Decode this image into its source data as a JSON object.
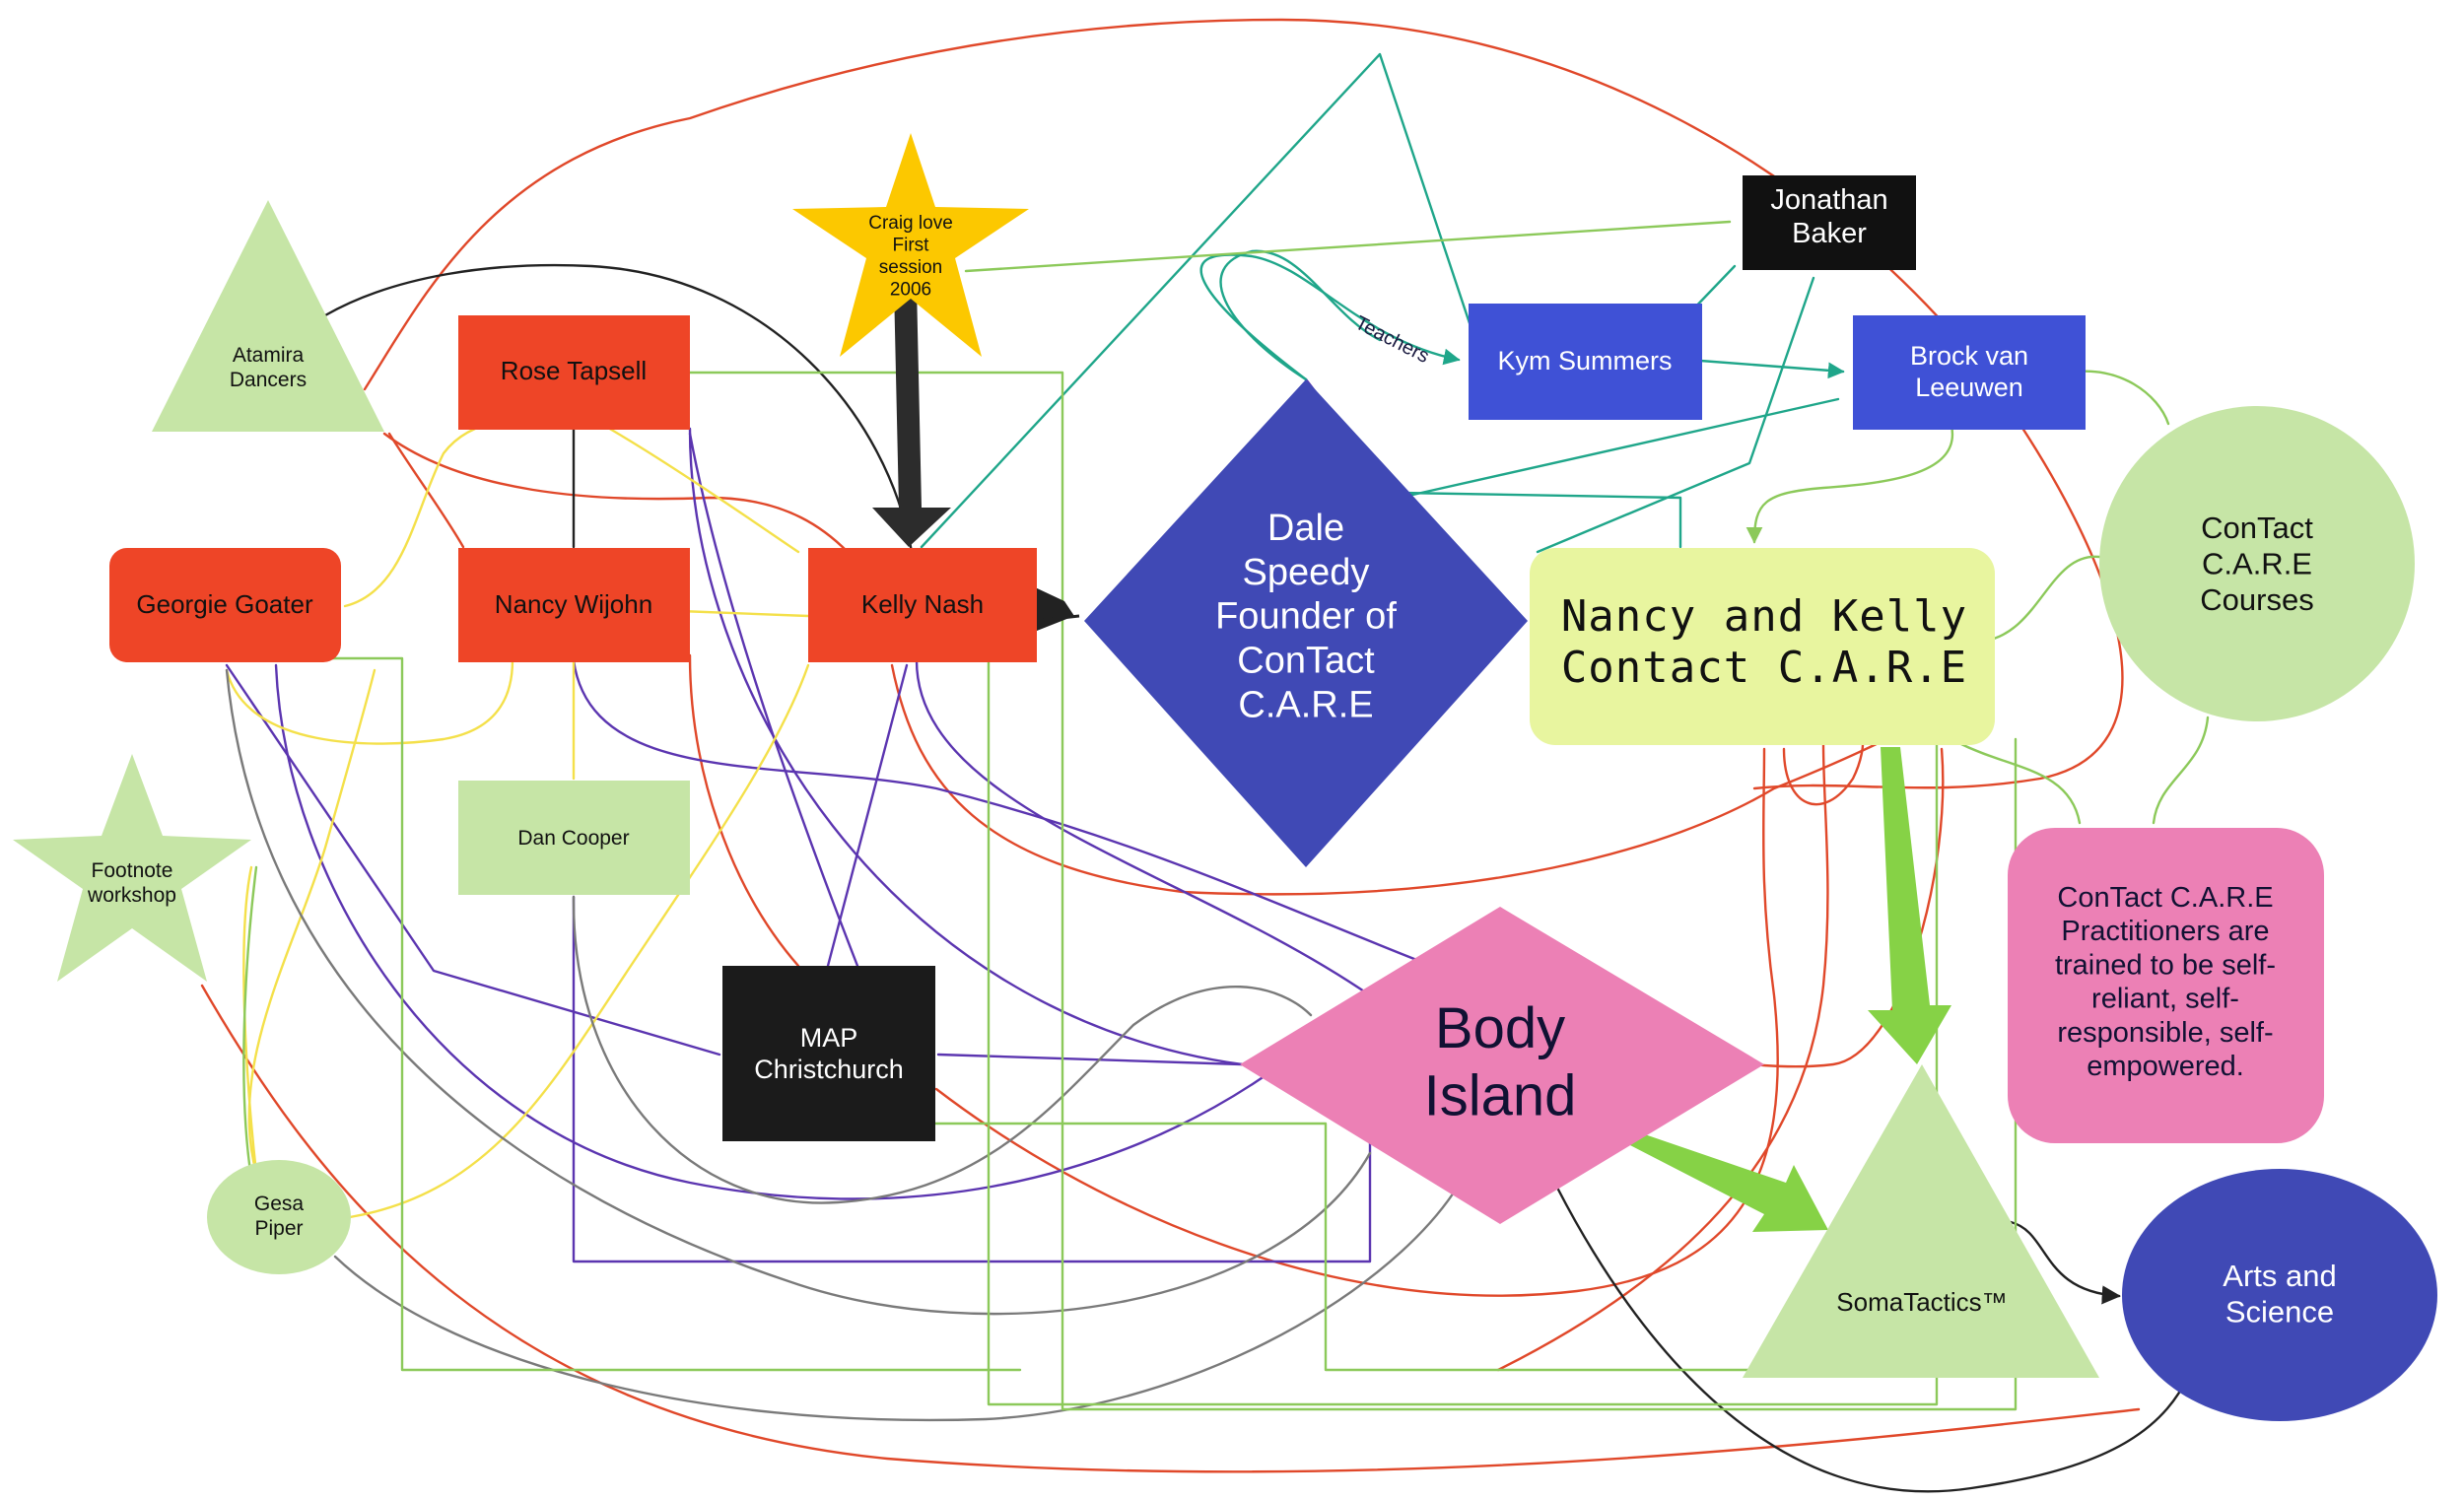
{
  "nodes": {
    "atamira": {
      "lines": [
        "Atamira",
        "Dancers"
      ],
      "fill": "#c6e5a6",
      "text": "#111111"
    },
    "craig": {
      "lines": [
        "Craig love",
        "First",
        "session",
        "2006"
      ],
      "fill": "#fcc800",
      "text": "#111111"
    },
    "rose": {
      "lines": [
        "Rose Tapsell"
      ],
      "fill": "#ee4527",
      "text": "#111111"
    },
    "georgie": {
      "lines": [
        "Georgie Goater"
      ],
      "fill": "#ee4527",
      "text": "#111111"
    },
    "nancy_w": {
      "lines": [
        "Nancy Wijohn"
      ],
      "fill": "#ee4527",
      "text": "#111111"
    },
    "kelly": {
      "lines": [
        "Kelly Nash"
      ],
      "fill": "#ee4527",
      "text": "#111111"
    },
    "dale": {
      "lines": [
        "Dale",
        "Speedy",
        "Founder of",
        "ConTact",
        "C.A.R.E"
      ],
      "fill": "#4049b5",
      "text": "#ffffff"
    },
    "jonathan": {
      "lines": [
        "Jonathan",
        "Baker"
      ],
      "fill": "#111111",
      "text": "#ffffff"
    },
    "kym": {
      "lines": [
        "Kym Summers"
      ],
      "fill": "#3f51d6",
      "text": "#ffffff"
    },
    "brock": {
      "lines": [
        "Brock van",
        "Leeuwen"
      ],
      "fill": "#3f51d6",
      "text": "#ffffff"
    },
    "nk_care": {
      "lines": [
        "Nancy and Kelly",
        "Contact C.A.R.E"
      ],
      "fill": "#e8f59f",
      "text": "#111111"
    },
    "courses": {
      "lines": [
        "ConTact",
        "C.A.R.E",
        "Courses"
      ],
      "fill": "#c6e5a6",
      "text": "#111111"
    },
    "footnote": {
      "lines": [
        "Footnote",
        "workshop"
      ],
      "fill": "#c6e5a6",
      "text": "#111111"
    },
    "dan": {
      "lines": [
        "Dan Cooper"
      ],
      "fill": "#c6e5a6",
      "text": "#111111"
    },
    "map": {
      "lines": [
        "MAP",
        "Christchurch"
      ],
      "fill": "#1b1b1b",
      "text": "#ffffff"
    },
    "body_island": {
      "lines": [
        "Body",
        "Island"
      ],
      "fill": "#ec80b5",
      "text": "#111133"
    },
    "practitioners": {
      "lines": [
        "ConTact C.A.R.E",
        "Practitioners are",
        "trained to be self-",
        "reliant, self-",
        "responsible, self-",
        "empowered."
      ],
      "fill": "#ec80b5",
      "text": "#111133"
    },
    "gesa": {
      "lines": [
        "Gesa",
        "Piper"
      ],
      "fill": "#c6e5a6",
      "text": "#111111"
    },
    "somatactics": {
      "lines": [
        "SomaTactics™"
      ],
      "fill": "#c6e5a6",
      "text": "#111111"
    },
    "arts": {
      "lines": [
        "Arts and",
        "Science"
      ],
      "fill": "#4049b5",
      "text": "#ffffff"
    }
  },
  "edge_labels": {
    "teachers": "Teachers"
  },
  "colors": {
    "red": "#e0482a",
    "purple": "#5b35b0",
    "yellow": "#f4e04a",
    "green": "#8cc95a",
    "gray": "#7a7a7a",
    "teal": "#1fa68a",
    "black": "#222222",
    "bright_green": "#86d246",
    "blue": "#4b55a8"
  }
}
